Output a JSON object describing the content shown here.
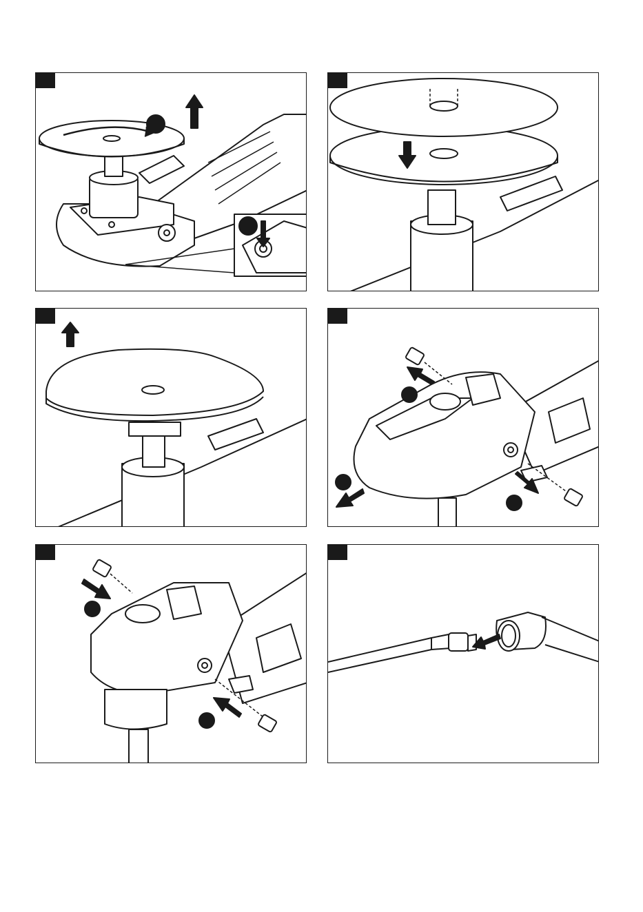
{
  "page": {
    "panels": [
      {
        "id": "p1",
        "icon": "remove-polishing-pad-icon"
      },
      {
        "id": "p2",
        "icon": "attach-polishing-pad-icon"
      },
      {
        "id": "p3",
        "icon": "lift-pad-icon"
      },
      {
        "id": "p4",
        "icon": "remove-gear-head-screws-icon"
      },
      {
        "id": "p5",
        "icon": "insert-gear-head-screws-icon"
      },
      {
        "id": "p6",
        "icon": "connect-hose-icon"
      }
    ],
    "colors": {
      "line": "#1a1a1a",
      "fill_light": "#ffffff",
      "fill_dark": "#2b2b2b",
      "tab": "#1a1a1a"
    }
  }
}
